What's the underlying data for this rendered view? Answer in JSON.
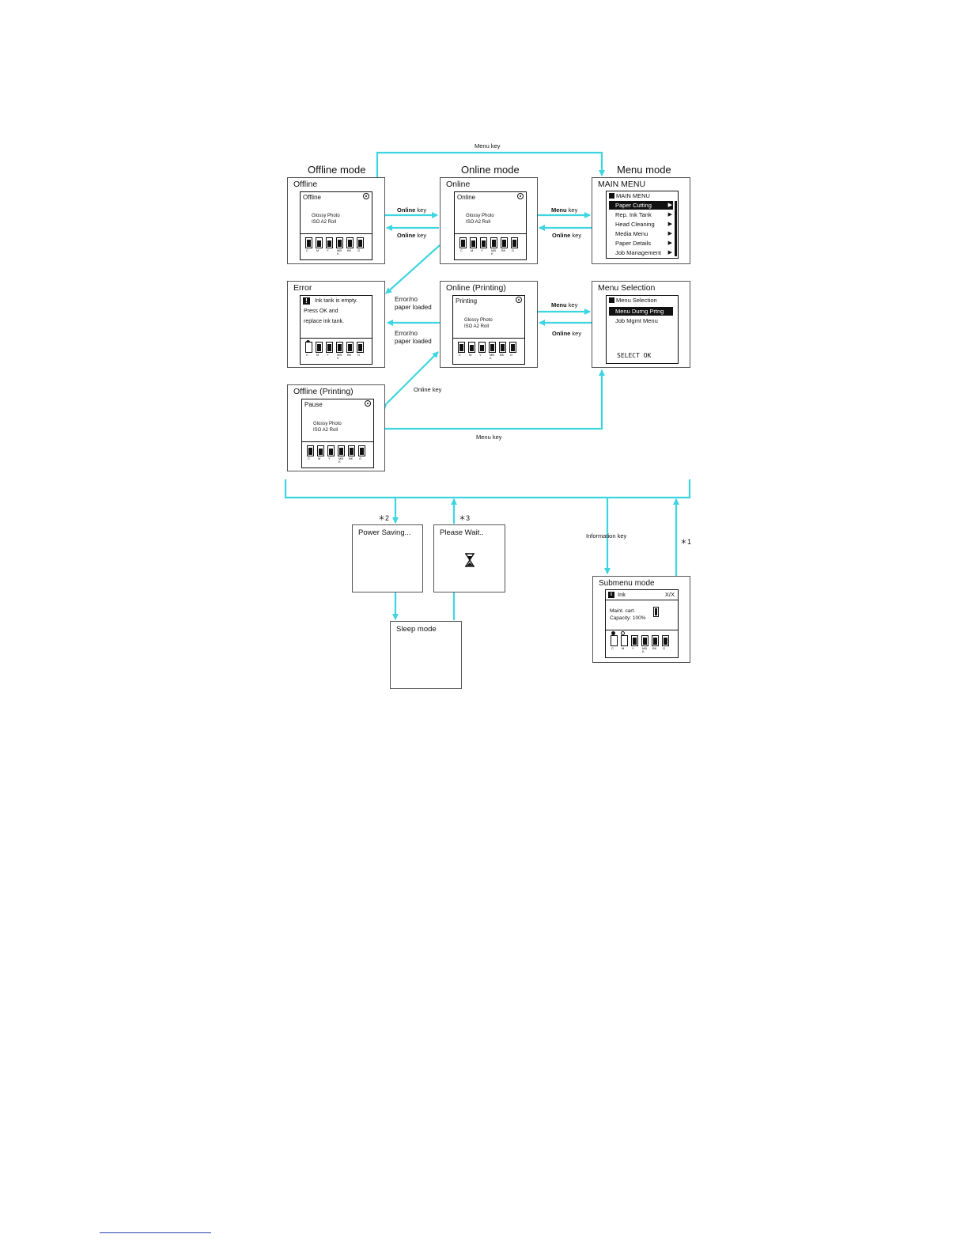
{
  "mode_headings": {
    "offline": "Offline mode",
    "online": "Online mode",
    "menu": "Menu mode"
  },
  "arrow_labels": {
    "menu_key_top": "Menu key",
    "online_key_1": {
      "bold": "Online",
      "rest": " key"
    },
    "online_key_2": {
      "bold": "Online",
      "rest": " key"
    },
    "menu_key_1": {
      "bold": "Menu",
      "rest": " key"
    },
    "online_key_3": {
      "bold": "Online",
      "rest": " key"
    },
    "error_no_paper_1": "Error/no\npaper loaded",
    "error_no_paper_2": "Error/no\npaper loaded",
    "menu_key_2": {
      "bold": "Menu",
      "rest": " key"
    },
    "online_key_4": {
      "bold": "Online",
      "rest": " key"
    },
    "online_key_5": "Online key",
    "menu_key_bottom": "Menu key",
    "note_2": "＊2",
    "note_3": "＊3",
    "information_key": "Information key",
    "note_1": "＊1"
  },
  "boxes": {
    "offline": {
      "title": "Offline",
      "status": "Offline",
      "media_line1": "Glossy Photo",
      "media_line2": "ISO A2 Roll"
    },
    "online": {
      "title": "Online",
      "status": "Online",
      "media_line1": "Glossy Photo",
      "media_line2": "ISO A2 Roll"
    },
    "main_menu": {
      "title": "MAIN MENU",
      "lcd_title": "MAIN MENU",
      "items": [
        {
          "label": "Paper Cutting",
          "selected": true
        },
        {
          "label": "Rep. Ink Tank",
          "selected": false
        },
        {
          "label": "Head Cleaning",
          "selected": false
        },
        {
          "label": "Media Menu",
          "selected": false
        },
        {
          "label": "Paper Details",
          "selected": false
        },
        {
          "label": "Job Management",
          "selected": false
        }
      ]
    },
    "error": {
      "title": "Error",
      "line1": "Ink tank is empty.",
      "line2": "Press OK and",
      "line3": "replace ink tank."
    },
    "online_printing": {
      "title": "Online (Printing)",
      "status": "Printing",
      "media_line1": "Glossy Photo",
      "media_line2": "ISO A2 Roll"
    },
    "menu_selection": {
      "title": "Menu Selection",
      "lcd_title": "Menu Selection",
      "items": [
        {
          "label": "Menu Durng Prtng",
          "selected": true
        },
        {
          "label": "Job Mgmt Menu",
          "selected": false
        }
      ],
      "footer": "SELECT OK"
    },
    "offline_printing": {
      "title": "Offline (Printing)",
      "status": "Pause",
      "media_line1": "Glossy Photo",
      "media_line2": "ISO A2 Roll"
    },
    "power_saving": {
      "title": "Power Saving..."
    },
    "please_wait": {
      "title": "Please Wait.."
    },
    "sleep": {
      "title": "Sleep mode"
    },
    "submenu": {
      "title": "Submenu mode",
      "lcd_title": "Ink",
      "lcd_page": "X/X",
      "line1": "Maint. cart.",
      "line2": "Capacity: 100%"
    }
  },
  "ink_labels": [
    "C",
    "M",
    "Y",
    "MBK",
    "BK",
    "G"
  ],
  "ink_levels": {
    "normal": [
      0.8,
      0.75,
      0.7,
      0.85,
      0.85,
      0.85
    ],
    "error": [
      0.0,
      0.8,
      0.8,
      0.85,
      0.85,
      0.85
    ],
    "submenu": [
      0.0,
      0.0,
      0.85,
      0.85,
      0.85,
      0.85
    ]
  },
  "colors": {
    "arrow": "#3dd5e0",
    "border": "#555555",
    "ink": "#111111"
  }
}
